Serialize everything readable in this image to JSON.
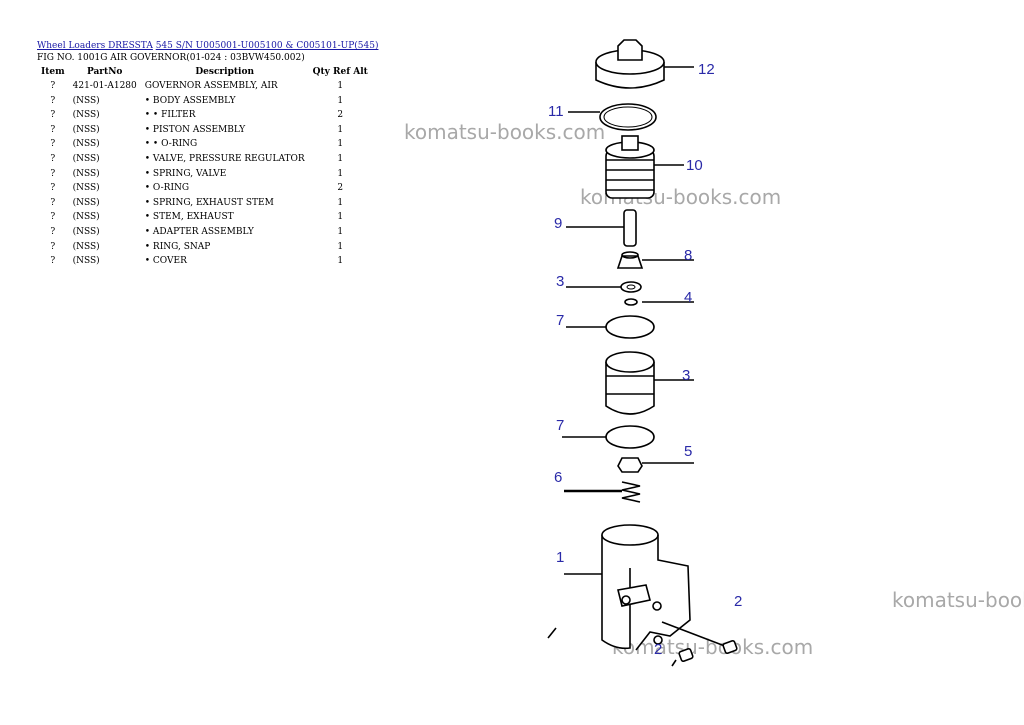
{
  "header": {
    "link_machine": "Wheel Loaders DRESSTA",
    "link_serial": "545 S/N U005001-U005100 & C005101-UP(545)",
    "fig_line": "FIG NO. 1001G AIR GOVERNOR(01-024 : 03BVW450.002)"
  },
  "table": {
    "columns": {
      "item": "Item",
      "partno": "PartNo",
      "description": "Description",
      "qty": "Qty Ref Alt"
    },
    "rows": [
      {
        "item": "?",
        "partno": "421-01-A1280",
        "description": "GOVERNOR ASSEMBLY, AIR",
        "qty": "1"
      },
      {
        "item": "?",
        "partno": "(NSS)",
        "description": "• BODY ASSEMBLY",
        "qty": "1"
      },
      {
        "item": "?",
        "partno": "(NSS)",
        "description": "• • FILTER",
        "qty": "2"
      },
      {
        "item": "?",
        "partno": "(NSS)",
        "description": "• PISTON ASSEMBLY",
        "qty": "1"
      },
      {
        "item": "?",
        "partno": "(NSS)",
        "description": "• • O-RING",
        "qty": "1"
      },
      {
        "item": "?",
        "partno": "(NSS)",
        "description": "• VALVE, PRESSURE REGULATOR",
        "qty": "1"
      },
      {
        "item": "?",
        "partno": "(NSS)",
        "description": "• SPRING, VALVE",
        "qty": "1"
      },
      {
        "item": "?",
        "partno": "(NSS)",
        "description": "• O-RING",
        "qty": "2"
      },
      {
        "item": "?",
        "partno": "(NSS)",
        "description": "• SPRING, EXHAUST STEM",
        "qty": "1"
      },
      {
        "item": "?",
        "partno": "(NSS)",
        "description": "• STEM, EXHAUST",
        "qty": "1"
      },
      {
        "item": "?",
        "partno": "(NSS)",
        "description": "• ADAPTER ASSEMBLY",
        "qty": "1"
      },
      {
        "item": "?",
        "partno": "(NSS)",
        "description": "• RING, SNAP",
        "qty": "1"
      },
      {
        "item": "?",
        "partno": "(NSS)",
        "description": "• COVER",
        "qty": "1"
      }
    ]
  },
  "watermarks": [
    "komatsu-books.com",
    "komatsu-books.com",
    "komatsu-books.com",
    "komatsu-books.com"
  ],
  "diagram": {
    "callouts": [
      "12",
      "11",
      "10",
      "9",
      "8",
      "3",
      "4",
      "7",
      "3",
      "7",
      "5",
      "6",
      "1",
      "2",
      "2"
    ]
  },
  "colors": {
    "link": "#1a1aa6",
    "callout": "#2a2aa8",
    "watermark": "#9a9a9a"
  }
}
